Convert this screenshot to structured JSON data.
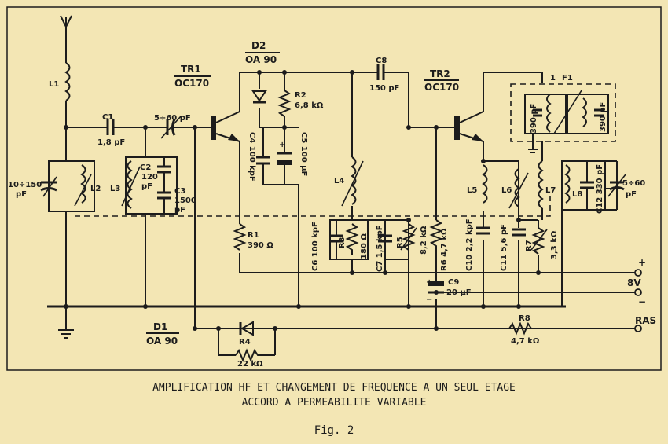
{
  "caption": {
    "line1": "AMPLIFICATION HF ET CHANGEMENT DE FREQUENCE A UN SEUL ETAGE",
    "line2": "ACCORD A PERMEABILITE VARIABLE",
    "fig": "Fig. 2"
  },
  "components": {
    "TR1": {
      "ref": "TR1",
      "type": "OC170"
    },
    "TR2": {
      "ref": "TR2",
      "type": "OC170"
    },
    "D1": {
      "ref": "D1",
      "type": "OA 90"
    },
    "D2": {
      "ref": "D2",
      "type": "OA 90"
    },
    "L1": {
      "ref": "L1"
    },
    "L2": {
      "ref": "L2"
    },
    "L3": {
      "ref": "L3"
    },
    "L4": {
      "ref": "L4"
    },
    "L5": {
      "ref": "L5"
    },
    "L6": {
      "ref": "L6"
    },
    "L7": {
      "ref": "L7"
    },
    "L8": {
      "ref": "L8"
    },
    "F1": {
      "ref": "F1",
      "pin": "1"
    },
    "C1": {
      "ref": "C1",
      "value": "1,8 pF"
    },
    "C2": {
      "ref": "C2",
      "value1": "120",
      "value2": "pF"
    },
    "C3": {
      "ref": "C3",
      "value1": "1500",
      "value2": "pF"
    },
    "C4": {
      "ref": "C4",
      "value": "100 kpF"
    },
    "C5": {
      "ref": "C5",
      "value": "100 µF"
    },
    "C6": {
      "ref": "C6",
      "value": "100 kpF"
    },
    "C7": {
      "ref": "C7",
      "value": "1,5 kpF"
    },
    "C8": {
      "ref": "C8",
      "value": "150 pF"
    },
    "C9": {
      "ref": "C9",
      "value": "20 µF"
    },
    "C10": {
      "ref": "C10",
      "value": "2,2 kpF"
    },
    "C11": {
      "ref": "C11",
      "value": "5,6 pF"
    },
    "C12": {
      "ref": "C12",
      "value": "330 pF"
    },
    "F1_caps": {
      "value": "390 pF"
    },
    "trim_in": {
      "value1": "10÷150",
      "value2": "pF"
    },
    "trim_mid": {
      "value": "5÷60 pF"
    },
    "trim_out": {
      "value1": "5÷60",
      "value2": "pF"
    },
    "R1": {
      "ref": "R1",
      "value": "390 Ω"
    },
    "R2": {
      "ref": "R2",
      "value": "6,8 kΩ"
    },
    "R3": {
      "ref": "R3",
      "value": "180 Ω"
    },
    "R4": {
      "ref": "R4",
      "value": "22 kΩ"
    },
    "R5": {
      "ref": "R5",
      "value": "8,2 kΩ"
    },
    "R6": {
      "ref": "R6",
      "value": "4,7 kΩ"
    },
    "R7": {
      "ref": "R7",
      "value": "3,3 kΩ"
    },
    "R8": {
      "ref": "R8",
      "value": "4,7 kΩ"
    }
  },
  "terminals": {
    "plus": "+",
    "minus": "−",
    "supply": "8V",
    "ras": "RAS",
    "c5_plus": "+",
    "c9_plus": "+",
    "c9_minus": "−"
  }
}
